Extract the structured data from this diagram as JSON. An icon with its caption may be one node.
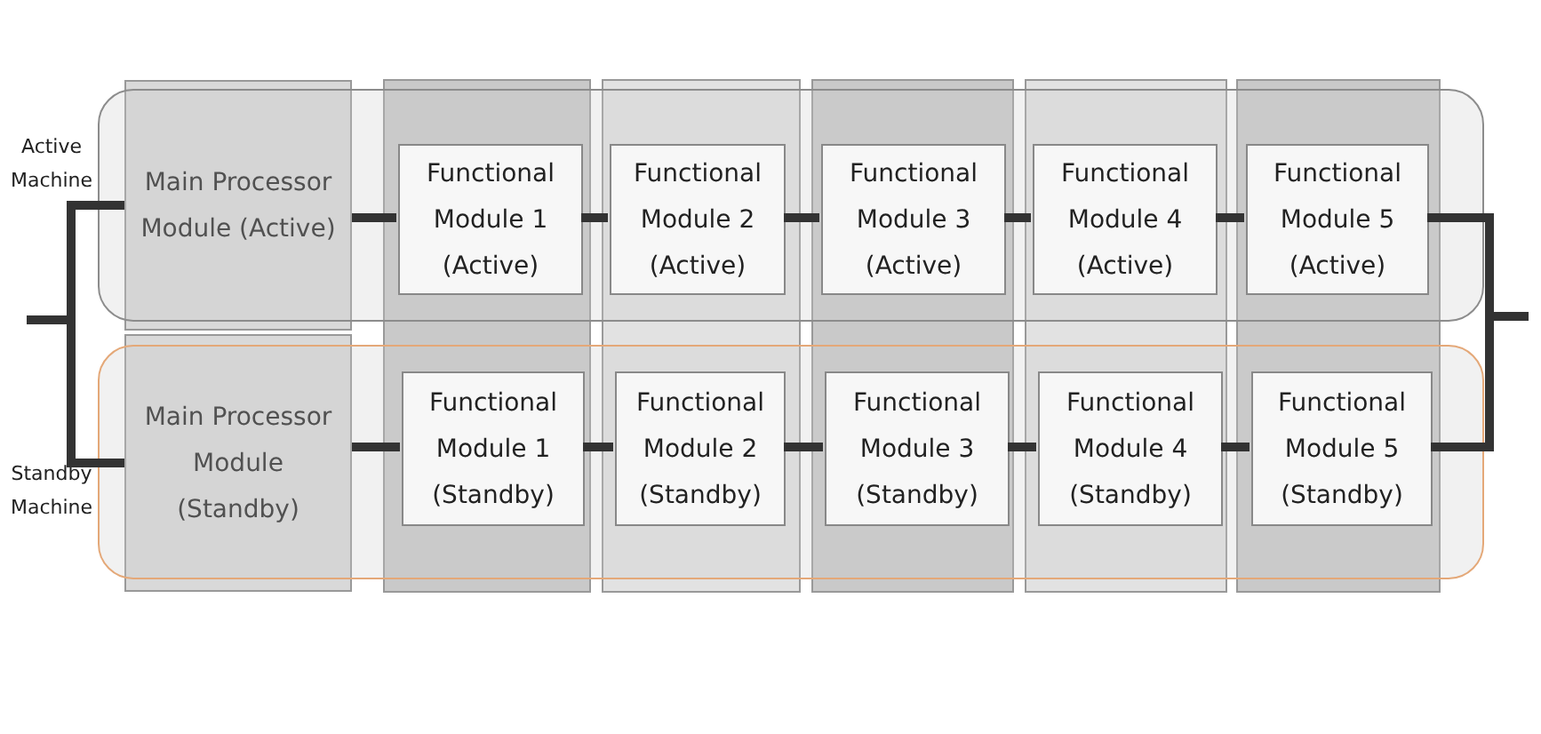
{
  "diagram": {
    "nodes": [
      {
        "text": [
          "Active Machine"
        ]
      },
      {
        "text": [
          "Standby Machine"
        ]
      },
      {
        "text": [
          "Main Processor Module (Active)"
        ]
      },
      {
        "text": [
          "Functional Module 1 (Active)"
        ],
        "in": 0
      },
      {
        "text": [
          "Functional Module 2 (Active)"
        ],
        "in": 0
      },
      {
        "text": [
          "Functional Module 3 (Active)"
        ],
        "in": 0
      },
      {
        "text": [
          "Functional Module 4 (Active)"
        ],
        "in": 0
      },
      {
        "text": [
          "Functional Module 5 (Active)"
        ],
        "in": 0
      },
      {
        "text": [
          "Main Processor Module (Standby)"
        ]
      },
      {
        "text": [
          "Functional Module 1 (Standby)"
        ],
        "in": 1
      },
      {
        "text": [
          "Functional Module 2 (Standby)"
        ],
        "in": 1
      },
      {
        "text": [
          "Functional Module 3 (Standby)"
        ],
        "in": 1
      },
      {
        "text": [
          "Functional Module 4 (Standby)"
        ],
        "in": 1
      },
      {
        "text": [
          "Functional Module 5 (Standby)"
        ],
        "in": 1
      }
    ],
    "edges": [
      {
        "from": null,
        "to": 2,
        "arrow": "none"
      },
      {
        "from": null,
        "to": 8,
        "arrow": "none"
      },
      {
        "from": 2,
        "to": 3,
        "arrow": "none"
      },
      {
        "from": 3,
        "to": 4,
        "arrow": "none"
      },
      {
        "from": 4,
        "to": 5,
        "arrow": "none"
      },
      {
        "from": 5,
        "to": 6,
        "arrow": "none"
      },
      {
        "from": 6,
        "to": 7,
        "arrow": "none"
      },
      {
        "from": 8,
        "to": 9,
        "arrow": "none"
      },
      {
        "from": 9,
        "to": 10,
        "arrow": "none"
      },
      {
        "from": 10,
        "to": 11,
        "arrow": "none"
      },
      {
        "from": 11,
        "to": 12,
        "arrow": "none"
      },
      {
        "from": 12,
        "to": 13,
        "arrow": "none"
      },
      {
        "from": 7,
        "to": null,
        "arrow": "none"
      },
      {
        "from": 13,
        "to": null,
        "arrow": "none"
      }
    ]
  }
}
